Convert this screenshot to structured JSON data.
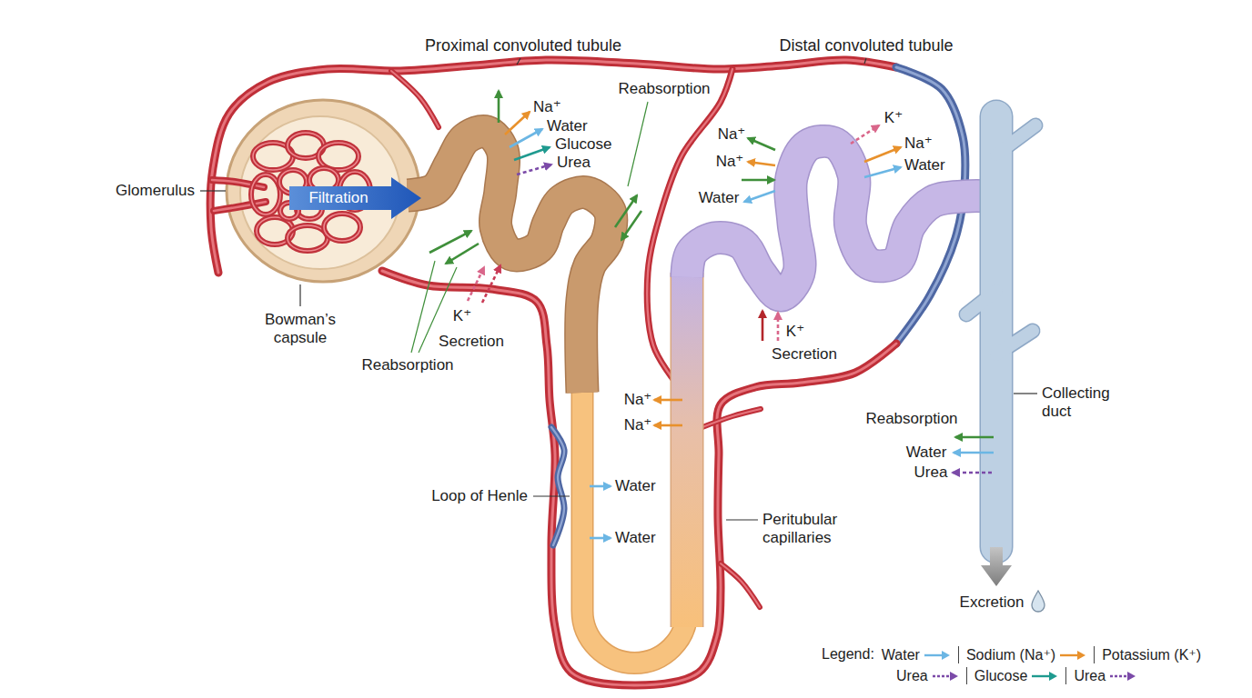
{
  "diagram": {
    "labels": [
      "Proximal convoluted tubule",
      "Distal convoluted tubule",
      "Glomerulus",
      "Filtration",
      "Bowman’s capsule",
      "Na⁺",
      "Water",
      "Glucose",
      "Urea",
      "Reabsorption",
      "K⁺",
      "Secretion",
      "Reabsorption",
      "Na⁺",
      "Na⁺",
      "Water",
      "K⁺",
      "Na⁺",
      "Water",
      "K⁺",
      "Secretion",
      "Na⁺",
      "Na⁺",
      "Water",
      "Water",
      "Loop of Henle",
      "Peritubular capillaries",
      "Collecting duct",
      "Reabsorption",
      "Water",
      "Urea",
      "Excretion",
      "Legend:"
    ],
    "legend": [
      {
        "text": "Water"
      },
      {
        "text": "Sodium (Na⁺)"
      },
      {
        "text": "Potassium (K⁺)"
      },
      {
        "text": "Urea"
      },
      {
        "text": "Glucose"
      },
      {
        "text": "Urea"
      }
    ]
  }
}
